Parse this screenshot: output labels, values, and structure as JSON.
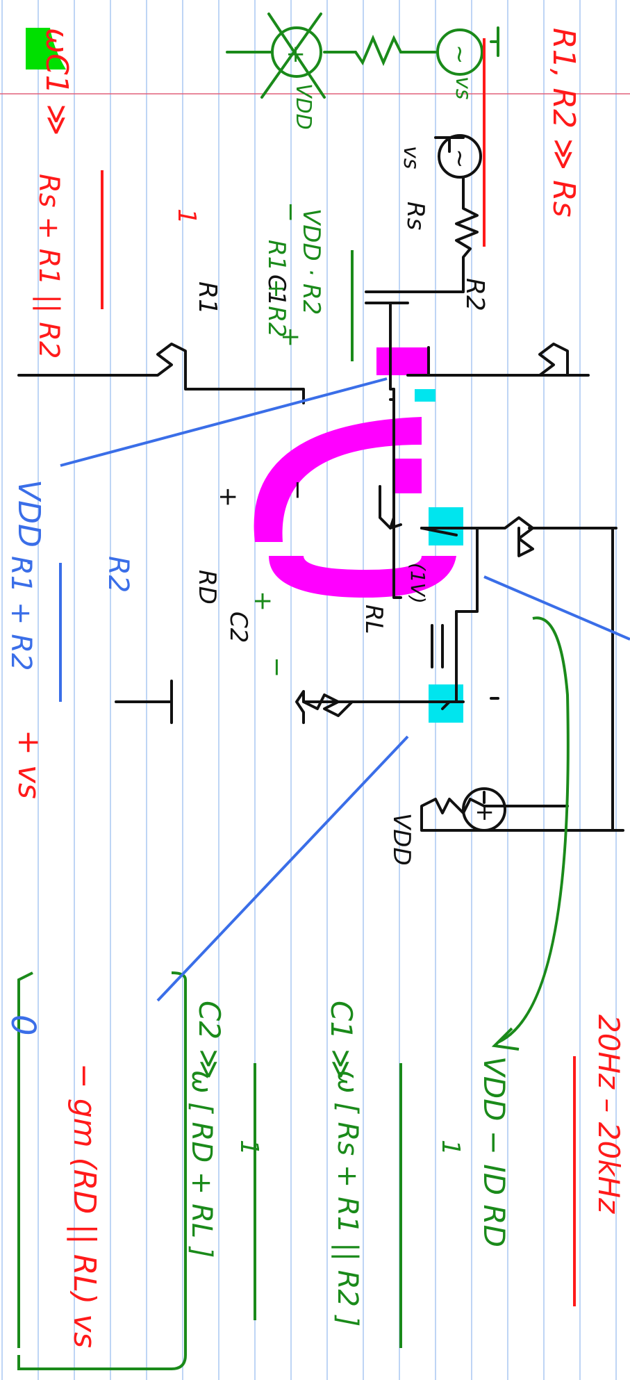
{
  "colors": {
    "ink_black": "#111111",
    "ink_red": "#ff1a1a",
    "ink_green": "#1a8a1a",
    "ink_blue": "#3a6ee8",
    "highlight_magenta": "#ff00ff",
    "highlight_cyan": "#00e5ee",
    "highlight_green": "#00e000",
    "rule_line": "#a9c7f2",
    "margin_line": "#e0607a"
  },
  "circuit": {
    "src_symbol": "~",
    "vs_label": "vs",
    "rs_label": "Rs",
    "c1_label": "C1",
    "c1_plus": "+",
    "c1_minus": "−",
    "r1_label": "R1",
    "r2_label": "R2",
    "rd_label": "RD",
    "rd_plus": "+",
    "rd_minus": "−",
    "c2_label": "C2",
    "c2_plus": "+",
    "c2_minus": "−",
    "rl_label": "RL",
    "vdd_label": "VDD",
    "vdd_symbol": "+",
    "lv_label": "(1V)"
  },
  "top_sketch": {
    "vs_label": "vs",
    "vdd_label": "VDD",
    "src_symbol": "~",
    "vdd_symbol": "+"
  },
  "notes": {
    "omega_c1": "ωC1 ≫",
    "omega_c1_num": "1",
    "omega_c1_den": "Rs + R1 || R2",
    "r1r2_cond": "R1, R2 ≫ Rs",
    "vdd_div_num": "VDD · R2",
    "vdd_div_den": "R1 + R2",
    "gate_bias_lhs": "VDD ·",
    "gate_bias_num": "R2",
    "gate_bias_den": "R1 + R2",
    "gate_bias_plus_vs": "+ vs",
    "freq_range": "20Hz – 20kHz",
    "drain_bias": "VDD − ID RD",
    "c1_cond": "C1 ≫",
    "c1_cond_num": "1",
    "c1_cond_den": "ω [ Rs + R1 || R2 ]",
    "c2_cond": "C2 ≫",
    "c2_cond_num": "1",
    "c2_cond_den": "ω [ RD + RL ]",
    "output_zero": "0",
    "output_eq": "− gm (RD || RL) vs"
  }
}
